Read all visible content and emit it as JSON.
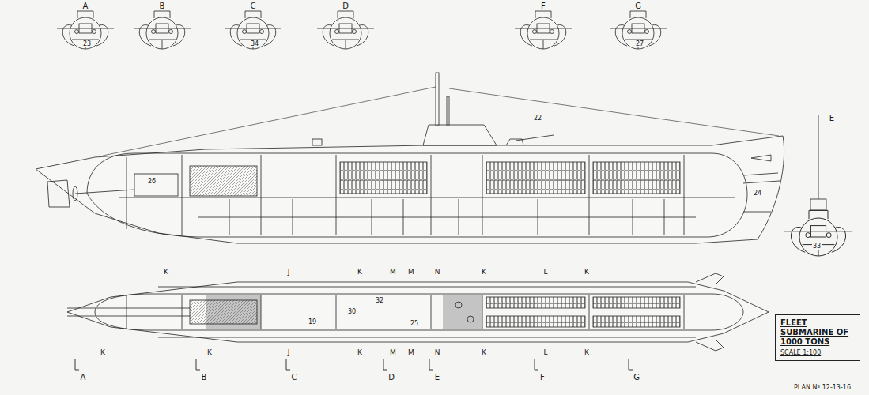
{
  "diagram": {
    "nodes": [
      {
        "text": [
          "FLEET SUBMARINE OF 1000 TONS",
          "SCALE 1:100"
        ]
      }
    ],
    "labels": [
      "A",
      "B",
      "C",
      "D",
      "F",
      "G",
      "E",
      "23",
      "34",
      "27",
      "33",
      "22",
      "26",
      "24",
      "30",
      "32",
      "25",
      "19",
      "K",
      "J",
      "K",
      "M",
      "M",
      "N",
      "K",
      "L",
      "K",
      "K",
      "K",
      "J",
      "K",
      "M",
      "M",
      "N",
      "K",
      "L",
      "K",
      "A",
      "B",
      "C",
      "D",
      "E",
      "F",
      "G",
      "PLAN Nº 12-13-16"
    ]
  }
}
